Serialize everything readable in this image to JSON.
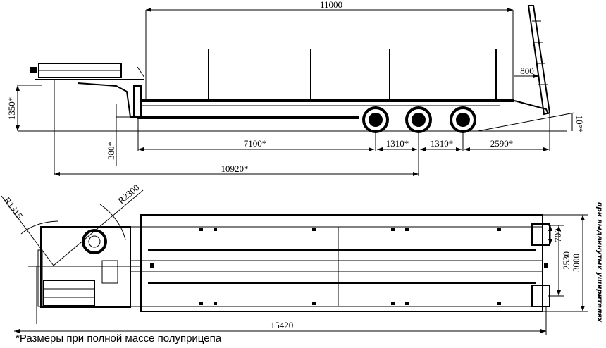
{
  "side_view": {
    "dim_platform_length": "11000",
    "dim_ramp_gap": "800",
    "dim_coupling_height": "1350*",
    "dim_deck_height": "380*",
    "dim_deck_to_axle": "7100*",
    "dim_axle_spacing_1": "1310*",
    "dim_axle_spacing_2": "1310*",
    "dim_rear_overhang": "2590*",
    "dim_kingpin_to_axle": "10920*",
    "dim_ramp_angle": "10°*"
  },
  "plan_view": {
    "radius_front": "R1315",
    "radius_swing": "R2300",
    "dim_total_length": "15420",
    "dim_ramp_width": "700",
    "dim_width": "2530",
    "dim_width_extended": "3000",
    "extended_note": "при выдвинутых уширителях"
  },
  "footnote": "*Размеры при полной массе полуприцепа"
}
